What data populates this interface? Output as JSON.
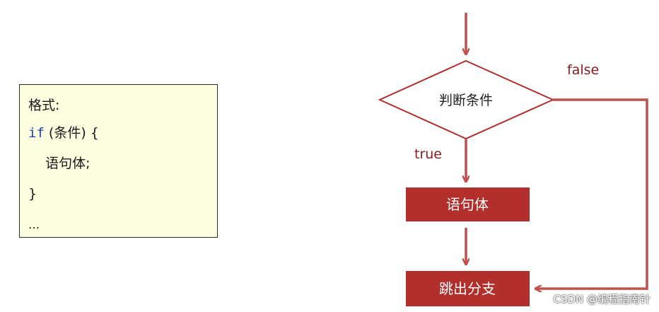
{
  "code_box": {
    "lines": [
      {
        "text": "格式:"
      },
      {
        "keyword": "if",
        "rest": " (条件) {"
      },
      {
        "text": "    语句体;"
      },
      {
        "text": "}"
      },
      {
        "text": "…"
      }
    ]
  },
  "flowchart": {
    "decision": "判断条件",
    "true_label": "true",
    "false_label": "false",
    "process": "语句体",
    "exit": "跳出分支"
  },
  "colors": {
    "accent": "#b22f2c",
    "arrow": "#c0504d",
    "code_background": "#fdfde0",
    "keyword": "#1f3fb5"
  },
  "watermark": "CSDN @编程指南针"
}
